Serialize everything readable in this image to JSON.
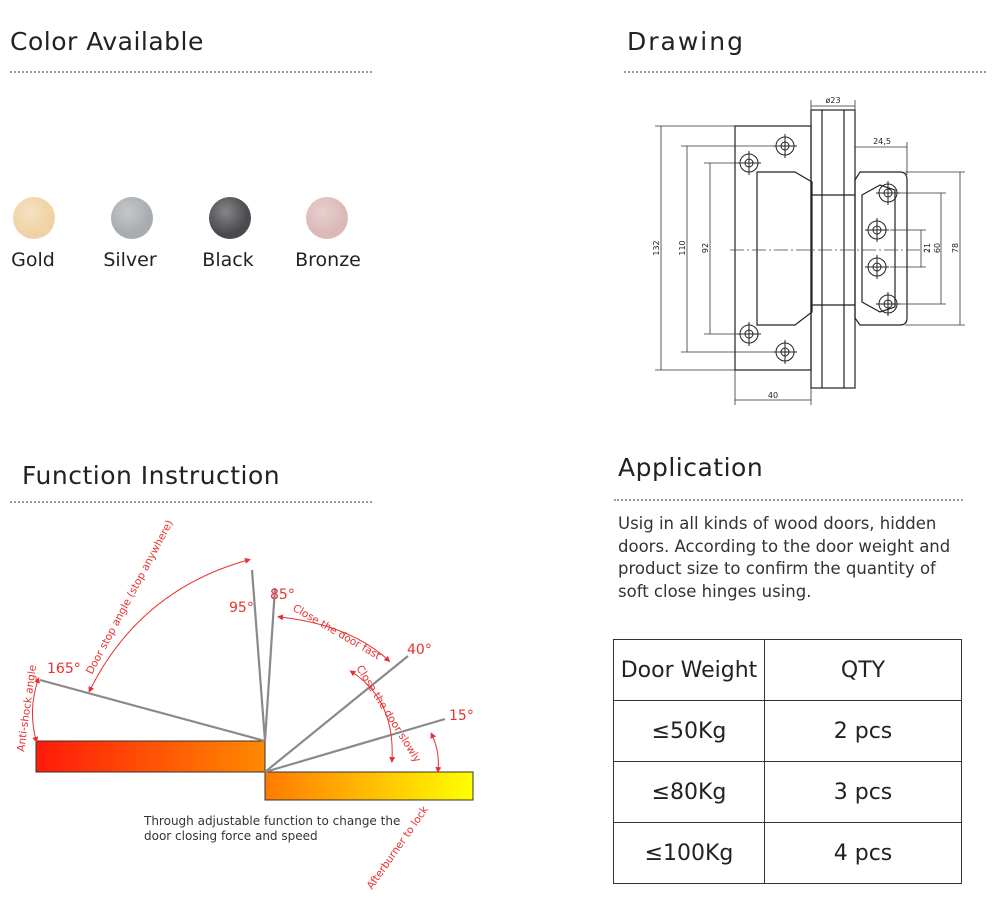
{
  "colors_section": {
    "title": "Color Available",
    "swatches": [
      {
        "label": "Gold",
        "color": "#f0d2a4"
      },
      {
        "label": "Silver",
        "color": "#a8acb0"
      },
      {
        "label": "Black",
        "color": "#4a4a4e"
      },
      {
        "label": "Bronze",
        "color": "#dcb8b8"
      }
    ]
  },
  "drawing_section": {
    "title": "Drawing",
    "dimensions": {
      "d23": "ø23",
      "d24_5": "24,5",
      "d132": "132",
      "d110": "110",
      "d92": "92",
      "d21": "21",
      "d60": "60",
      "d78": "78",
      "d40": "40"
    }
  },
  "function_section": {
    "title": "Function Instruction",
    "angles": {
      "a165": "165°",
      "a95": "95°",
      "a85": "85°",
      "a40": "40°",
      "a15": "15°"
    },
    "labels": {
      "anti_shock": "Anti-shock angle",
      "door_stop": "Door stop angle (stop anywhere)",
      "close_fast": "Close the door fast",
      "close_slowly": "Close the door slowly",
      "afterburner": "Afterburner to lock"
    },
    "note": "Through adjustable function to change the door closing force and speed",
    "accent_color": "#e83030"
  },
  "application_section": {
    "title": "Application",
    "text": "Usig in all kinds of wood doors, hidden doors. According to the door weight and product size to confirm the quantity of soft close hinges using.",
    "table": {
      "headers": [
        "Door Weight",
        "QTY"
      ],
      "rows": [
        {
          "weight": "≤50Kg",
          "qty": "2 pcs"
        },
        {
          "weight": "≤80Kg",
          "qty": "3 pcs"
        },
        {
          "weight": "≤100Kg",
          "qty": "4 pcs"
        }
      ]
    }
  }
}
